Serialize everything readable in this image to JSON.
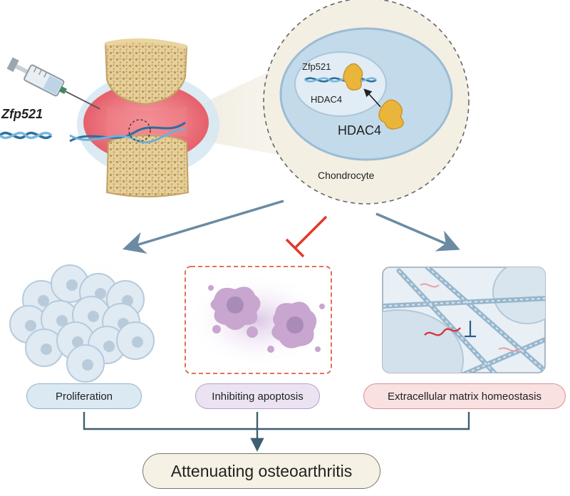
{
  "gene_label": "Zfp521",
  "cell": {
    "nucleus_gene_label": "Zfp521",
    "nucleus_protein_label": "HDAC4",
    "cytoplasm_protein_label": "HDAC4",
    "caption": "Chondrocyte"
  },
  "outcomes": {
    "proliferation": "Proliferation",
    "apoptosis": "Inhibiting apoptosis",
    "ecm": "Extracellular matrix homeostasis"
  },
  "conclusion": "Attenuating osteoarthritis",
  "colors": {
    "bone": "#e2c98f",
    "bone_outline": "#c4a267",
    "inflamed": "#e4737c",
    "hdac4": "#e9b53b",
    "dna": "#2a6f9e",
    "arrow": "#6a8ba2",
    "inhibit": "#e03a2c",
    "connector": "#3e5f6f"
  }
}
